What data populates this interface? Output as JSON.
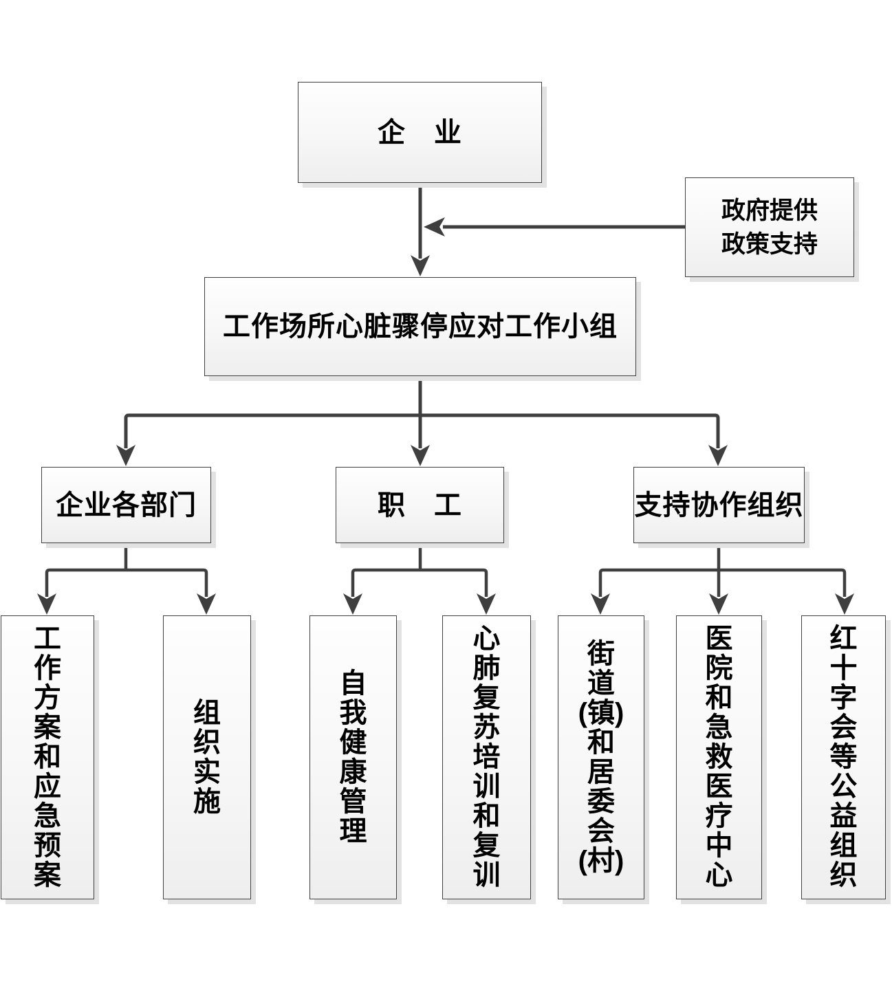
{
  "diagram": {
    "colors": {
      "line": "#3f3f3f",
      "box_border": "#3f3f3f",
      "box_fill_top": "#fefefe",
      "box_fill_bottom": "#eeeeee",
      "shadow": "#e2e2e2",
      "text": "#000000",
      "background": "#ffffff"
    },
    "nodes": {
      "enterprise": {
        "label": "企　业"
      },
      "government": {
        "label": "政府提供\n政策支持"
      },
      "taskforce": {
        "label": "工作场所心脏骤停应对工作小组"
      },
      "departments": {
        "label": "企业各部门"
      },
      "staff": {
        "label": "职　工"
      },
      "support": {
        "label": "支持协作组织"
      },
      "work_plan": {
        "label": "工作方案和应急预案",
        "lines": [
          "工",
          "作",
          "方",
          "案",
          "和",
          "应",
          "急",
          "预",
          "案"
        ]
      },
      "implementation": {
        "label": "组织实施",
        "lines": [
          "组",
          "织",
          "实",
          "施"
        ]
      },
      "self_health": {
        "label": "自我健康管理",
        "lines": [
          "自",
          "我",
          "健",
          "康",
          "管",
          "理"
        ]
      },
      "cpr_training": {
        "label": "心肺复苏培训和复训",
        "lines": [
          "心",
          "肺",
          "复",
          "苏",
          "培",
          "训",
          "和",
          "复",
          "训"
        ]
      },
      "street_committee": {
        "label": "街道(镇)和居委会(村)",
        "lines": [
          "街",
          "道",
          "(镇)",
          "和",
          "居",
          "委",
          "会",
          "(村)"
        ]
      },
      "hospital": {
        "label": "医院和急救医疗中心",
        "lines": [
          "医",
          "院",
          "和",
          "急",
          "救",
          "医",
          "疗",
          "中",
          "心"
        ]
      },
      "red_cross": {
        "label": "红十字会等公益组织",
        "lines": [
          "红",
          "十",
          "字",
          "会",
          "等",
          "公",
          "益",
          "组",
          "织"
        ]
      }
    }
  }
}
